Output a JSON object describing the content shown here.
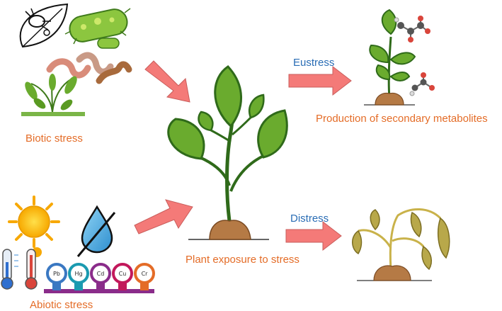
{
  "labels": {
    "biotic": "Biotic stress",
    "abiotic": "Abiotic stress",
    "exposure": "Plant exposure to stress",
    "eustress": "Eustress",
    "distress": "Distress",
    "production": "Production of secondary metabolites"
  },
  "metals": [
    "Pb",
    "Hg",
    "Cd",
    "Cu",
    "Cr"
  ],
  "colors": {
    "arrow": "#f47a78",
    "label_orange": "#e46c27",
    "label_blue": "#2a6db5",
    "leaf_green": "#6aab2e",
    "soil_brown": "#b57a45",
    "wilted_leaf": "#b8a84a"
  },
  "icons": [
    "insect-leaf-icon",
    "bacteria-icon",
    "worms-icon",
    "weed-icon",
    "sun-icon",
    "water-drop-icon",
    "thermometer-cold-icon",
    "thermometer-hot-icon",
    "molecule-icon"
  ]
}
